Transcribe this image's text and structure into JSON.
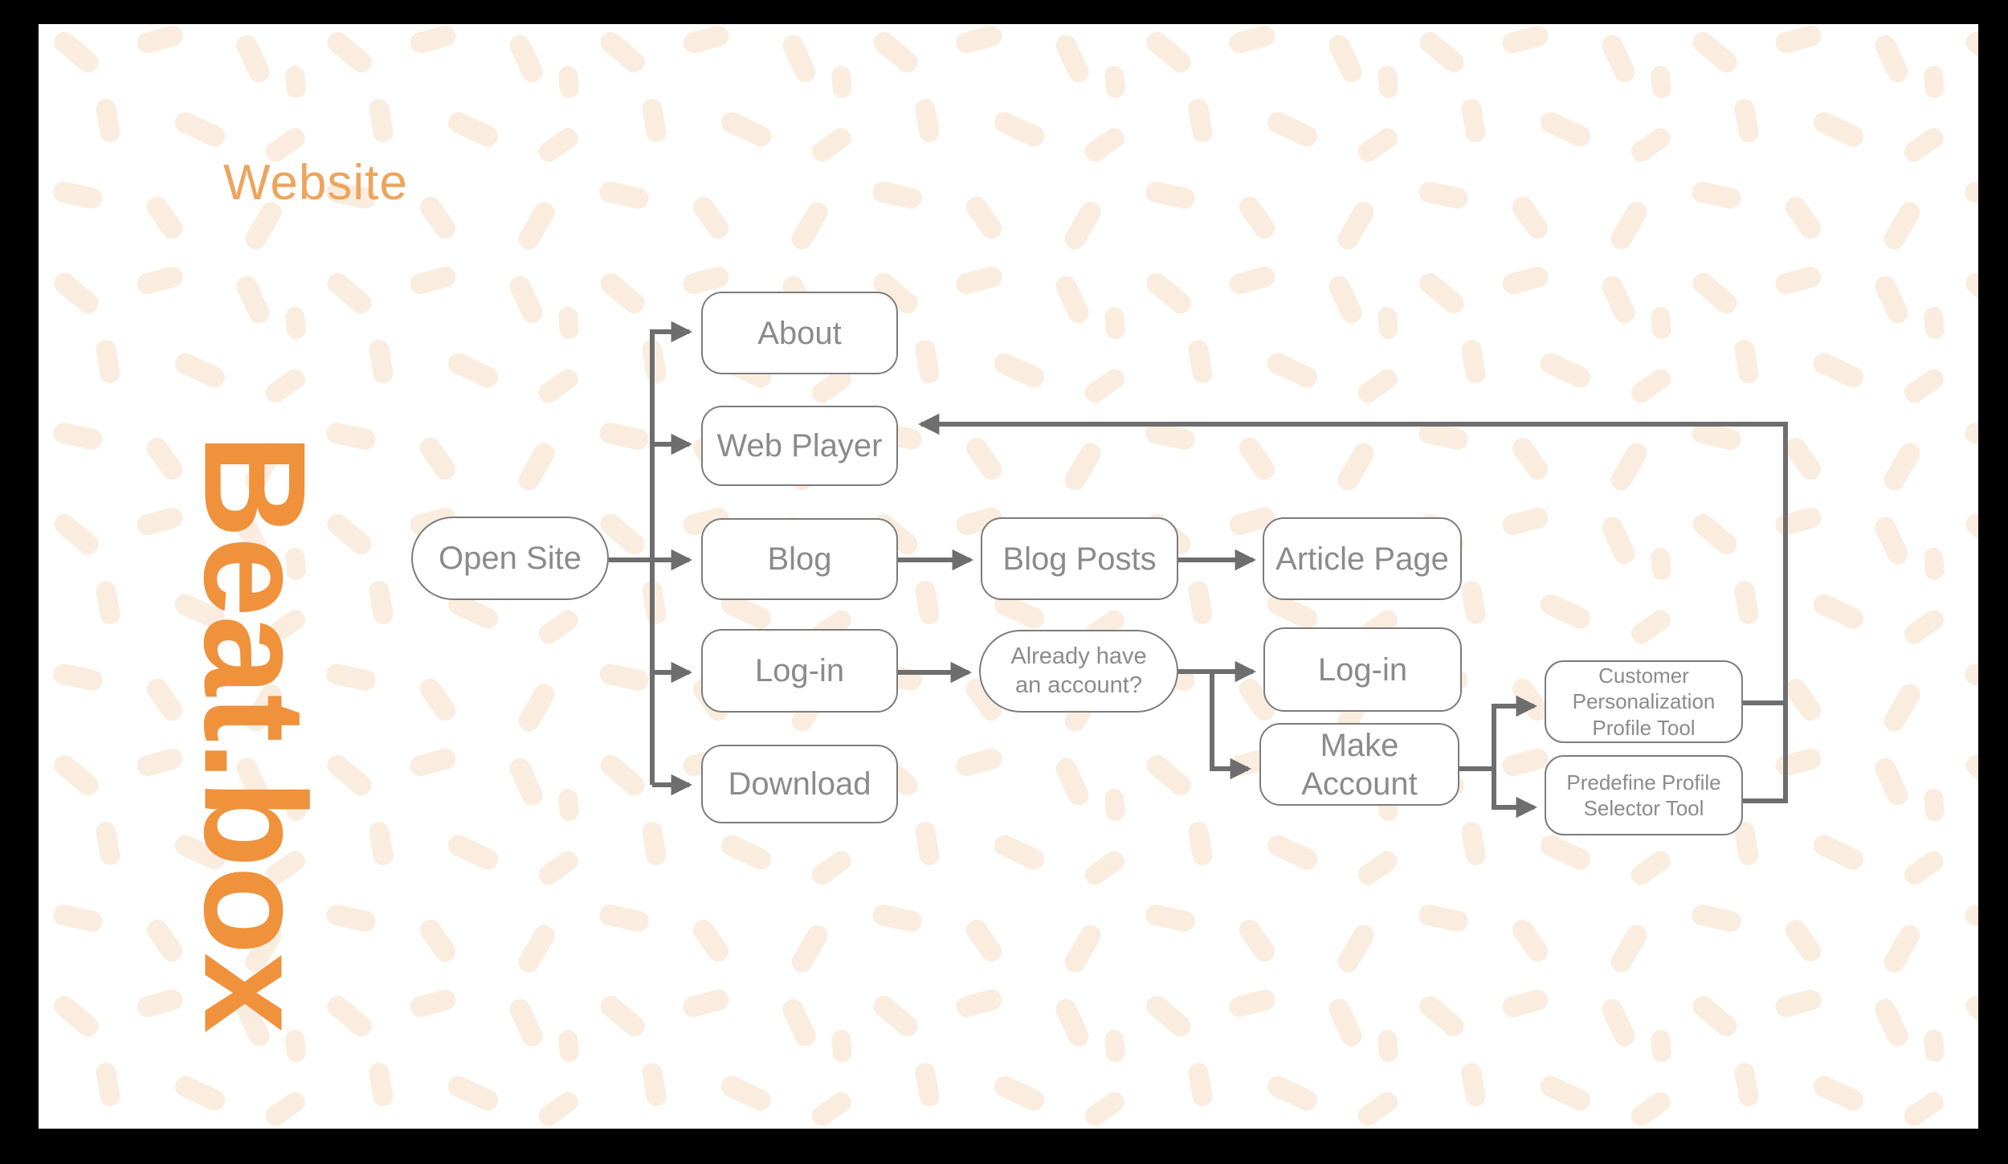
{
  "header": {
    "title": "Website",
    "brand": "Beat.box"
  },
  "colors": {
    "frame_background": "#000000",
    "canvas_background": "#FFFFFF",
    "confetti_peach": "#FAEDDF",
    "title_orange": "#EEA45C",
    "brand_orange": "#F0913C",
    "connector_gray": "#6E6E6E",
    "node_border_gray": "#7C7C7C",
    "node_text_gray": "#8B8B8B"
  },
  "flowchart": {
    "nodes": [
      {
        "id": "open-site",
        "label": "Open Site",
        "shape": "pill"
      },
      {
        "id": "about",
        "label": "About",
        "shape": "rounded"
      },
      {
        "id": "web-player",
        "label": "Web Player",
        "shape": "rounded"
      },
      {
        "id": "blog",
        "label": "Blog",
        "shape": "rounded"
      },
      {
        "id": "login-main",
        "label": "Log-in",
        "shape": "rounded"
      },
      {
        "id": "download",
        "label": "Download",
        "shape": "rounded"
      },
      {
        "id": "blog-posts",
        "label": "Blog Posts",
        "shape": "rounded"
      },
      {
        "id": "article-page",
        "label": "Article Page",
        "shape": "rounded"
      },
      {
        "id": "already-account",
        "label": "Already have an account?",
        "shape": "pill"
      },
      {
        "id": "login-secondary",
        "label": "Log-in",
        "shape": "rounded"
      },
      {
        "id": "make-account",
        "label": "Make Account",
        "shape": "rounded"
      },
      {
        "id": "customer-tool",
        "label": "Customer Personalization Profile Tool",
        "shape": "rounded"
      },
      {
        "id": "predefine-tool",
        "label": "Predefine Profile Selector Tool",
        "shape": "rounded"
      }
    ],
    "edges": [
      {
        "from": "open-site",
        "to": "about"
      },
      {
        "from": "open-site",
        "to": "web-player"
      },
      {
        "from": "open-site",
        "to": "blog"
      },
      {
        "from": "open-site",
        "to": "login-main"
      },
      {
        "from": "open-site",
        "to": "download"
      },
      {
        "from": "blog",
        "to": "blog-posts"
      },
      {
        "from": "blog-posts",
        "to": "article-page"
      },
      {
        "from": "login-main",
        "to": "already-account"
      },
      {
        "from": "already-account",
        "to": "login-secondary"
      },
      {
        "from": "already-account",
        "to": "make-account"
      },
      {
        "from": "make-account",
        "to": "customer-tool"
      },
      {
        "from": "make-account",
        "to": "predefine-tool"
      },
      {
        "from": "customer-tool",
        "to": "web-player"
      },
      {
        "from": "predefine-tool",
        "to": "web-player"
      }
    ]
  }
}
